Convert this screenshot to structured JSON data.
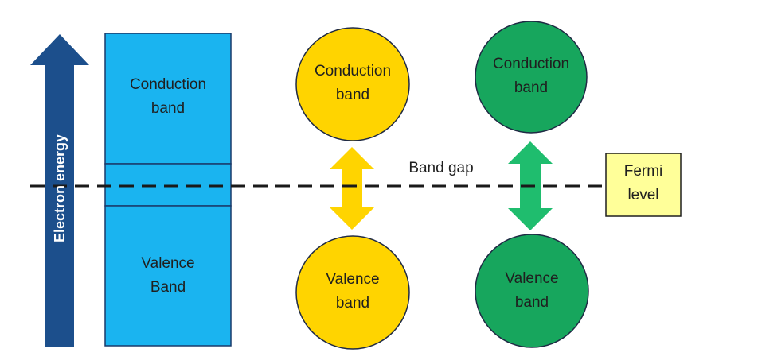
{
  "axis": {
    "label": "Electron energy",
    "color": "#1c4f8c"
  },
  "bands_column": {
    "conduction_label": "Conduction\nband",
    "valence_label": "Valence\nBand",
    "fill": "#1ab4f0"
  },
  "semiconductor_yellow": {
    "conduction_label": "Conduction\nband",
    "valence_label": "Valence\nband",
    "fill": "#ffd400",
    "arrow_color": "#ffd400"
  },
  "semiconductor_green": {
    "conduction_label": "Conduction\nband",
    "valence_label": "Valence\nband",
    "fill": "#17a65d",
    "arrow_color": "#1fbd6e"
  },
  "band_gap_label": "Band gap",
  "fermi": {
    "label": "Fermi\nlevel",
    "fill": "#ffff99"
  }
}
